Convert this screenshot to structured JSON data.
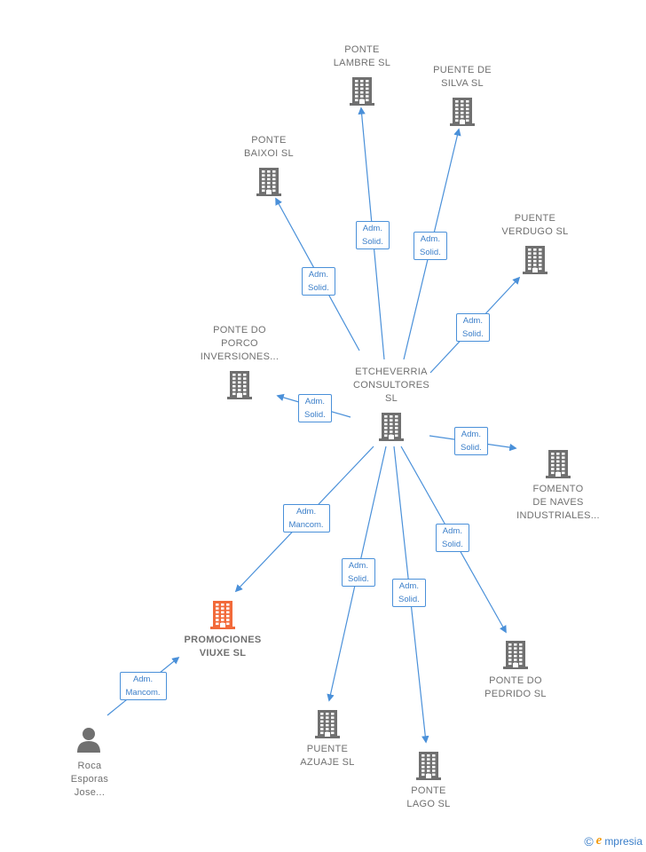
{
  "colors": {
    "edge": "#4a90d9",
    "building": "#707070",
    "highlight": "#f26a3a",
    "person": "#707070"
  },
  "nodes": [
    {
      "id": "center",
      "label": "ETCHEVERRIA\nCONSULTORES\nSL",
      "icon": "building-icon"
    },
    {
      "id": "ponte_lambre",
      "label": "PONTE\nLAMBRE  SL",
      "icon": "building-icon"
    },
    {
      "id": "puente_silva",
      "label": "PUENTE DE\nSILVA  SL",
      "icon": "building-icon"
    },
    {
      "id": "ponte_baixoi",
      "label": "PONTE\nBAIXOI  SL",
      "icon": "building-icon"
    },
    {
      "id": "puente_verdugo",
      "label": "PUENTE\nVERDUGO SL",
      "icon": "building-icon"
    },
    {
      "id": "ponte_porco",
      "label": "PONTE DO\nPORCO\nINVERSIONES...",
      "icon": "building-icon"
    },
    {
      "id": "fomento",
      "label": "FOMENTO\nDE NAVES\nINDUSTRIALES...",
      "icon": "building-icon"
    },
    {
      "id": "promociones",
      "label": "PROMOCIONES\nVIUXE  SL",
      "icon": "building-icon"
    },
    {
      "id": "ponte_pedrido",
      "label": "PONTE DO\nPEDRIDO  SL",
      "icon": "building-icon"
    },
    {
      "id": "puente_azuaje",
      "label": "PUENTE\nAZUAJE  SL",
      "icon": "building-icon"
    },
    {
      "id": "ponte_lago",
      "label": "PONTE\nLAGO  SL",
      "icon": "building-icon"
    },
    {
      "id": "roca",
      "label": "Roca\nEsporas\nJose...",
      "icon": "person-icon"
    }
  ],
  "edges": [
    {
      "from": "center",
      "to": "ponte_lambre",
      "label": "Adm.\nSolid."
    },
    {
      "from": "center",
      "to": "puente_silva",
      "label": "Adm.\nSolid."
    },
    {
      "from": "center",
      "to": "ponte_baixoi",
      "label": "Adm.\nSolid."
    },
    {
      "from": "center",
      "to": "puente_verdugo",
      "label": "Adm.\nSolid."
    },
    {
      "from": "center",
      "to": "ponte_porco",
      "label": "Adm.\nSolid."
    },
    {
      "from": "center",
      "to": "fomento",
      "label": "Adm.\nSolid."
    },
    {
      "from": "center",
      "to": "promociones",
      "label": "Adm.\nMancom."
    },
    {
      "from": "center",
      "to": "ponte_pedrido",
      "label": "Adm.\nSolid."
    },
    {
      "from": "center",
      "to": "puente_azuaje",
      "label": "Adm.\nSolid."
    },
    {
      "from": "center",
      "to": "ponte_lago",
      "label": "Adm.\nSolid."
    },
    {
      "from": "roca",
      "to": "promociones",
      "label": "Adm.\nMancom."
    }
  ],
  "brand": {
    "copyright": "©",
    "initial": "e",
    "name": "mpresia"
  }
}
